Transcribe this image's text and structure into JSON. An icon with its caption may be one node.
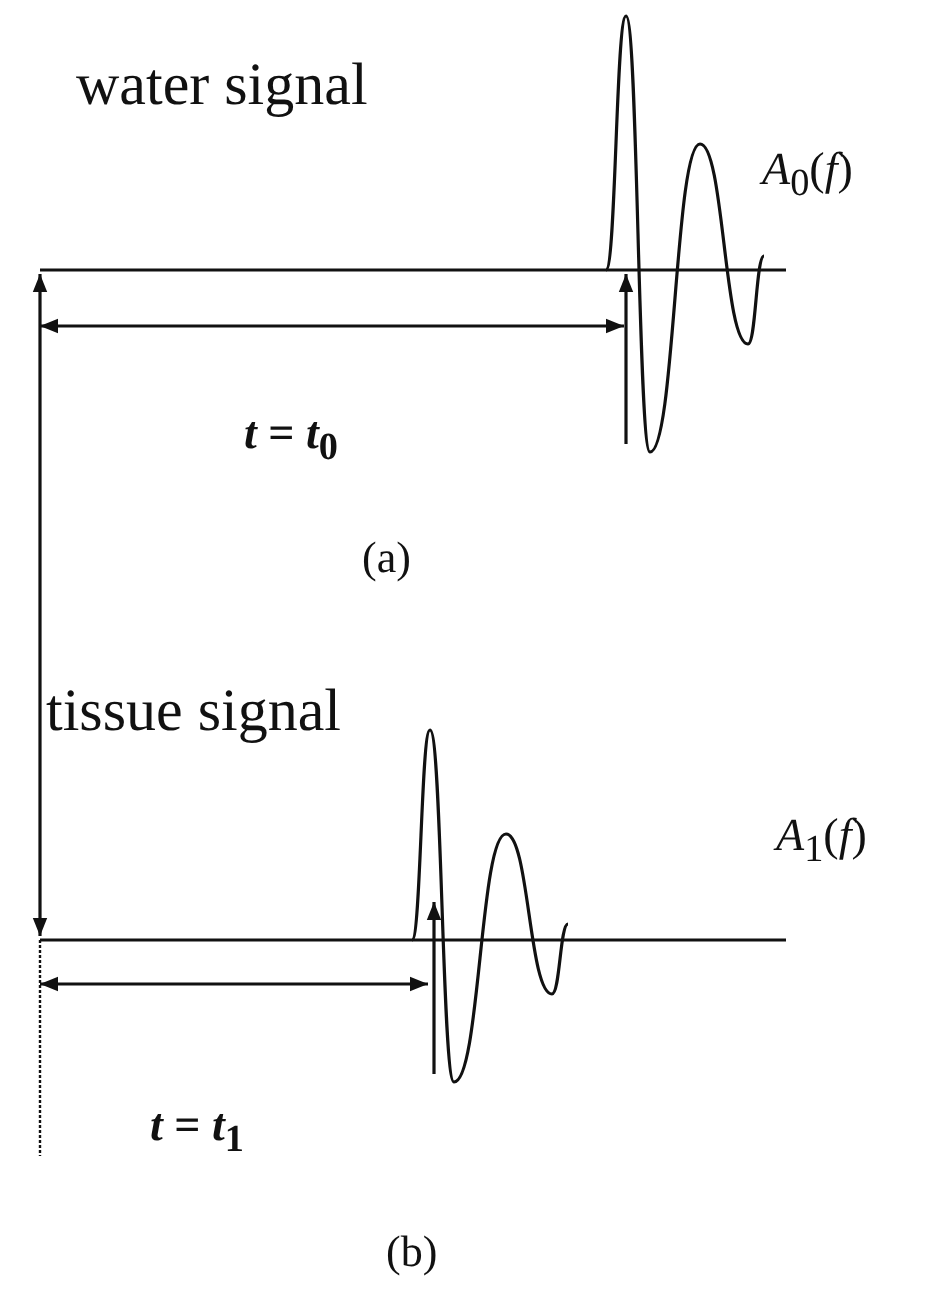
{
  "diagram": {
    "labels": [
      "water signal",
      "*A*$_{0}$(*f*)",
      "*t* = *t*$_{0}$",
      "(a)",
      "tissue signal",
      "*A*$_{1}$(*f*)",
      "*t* = *t*$_{1}$",
      "(b)"
    ]
  }
}
